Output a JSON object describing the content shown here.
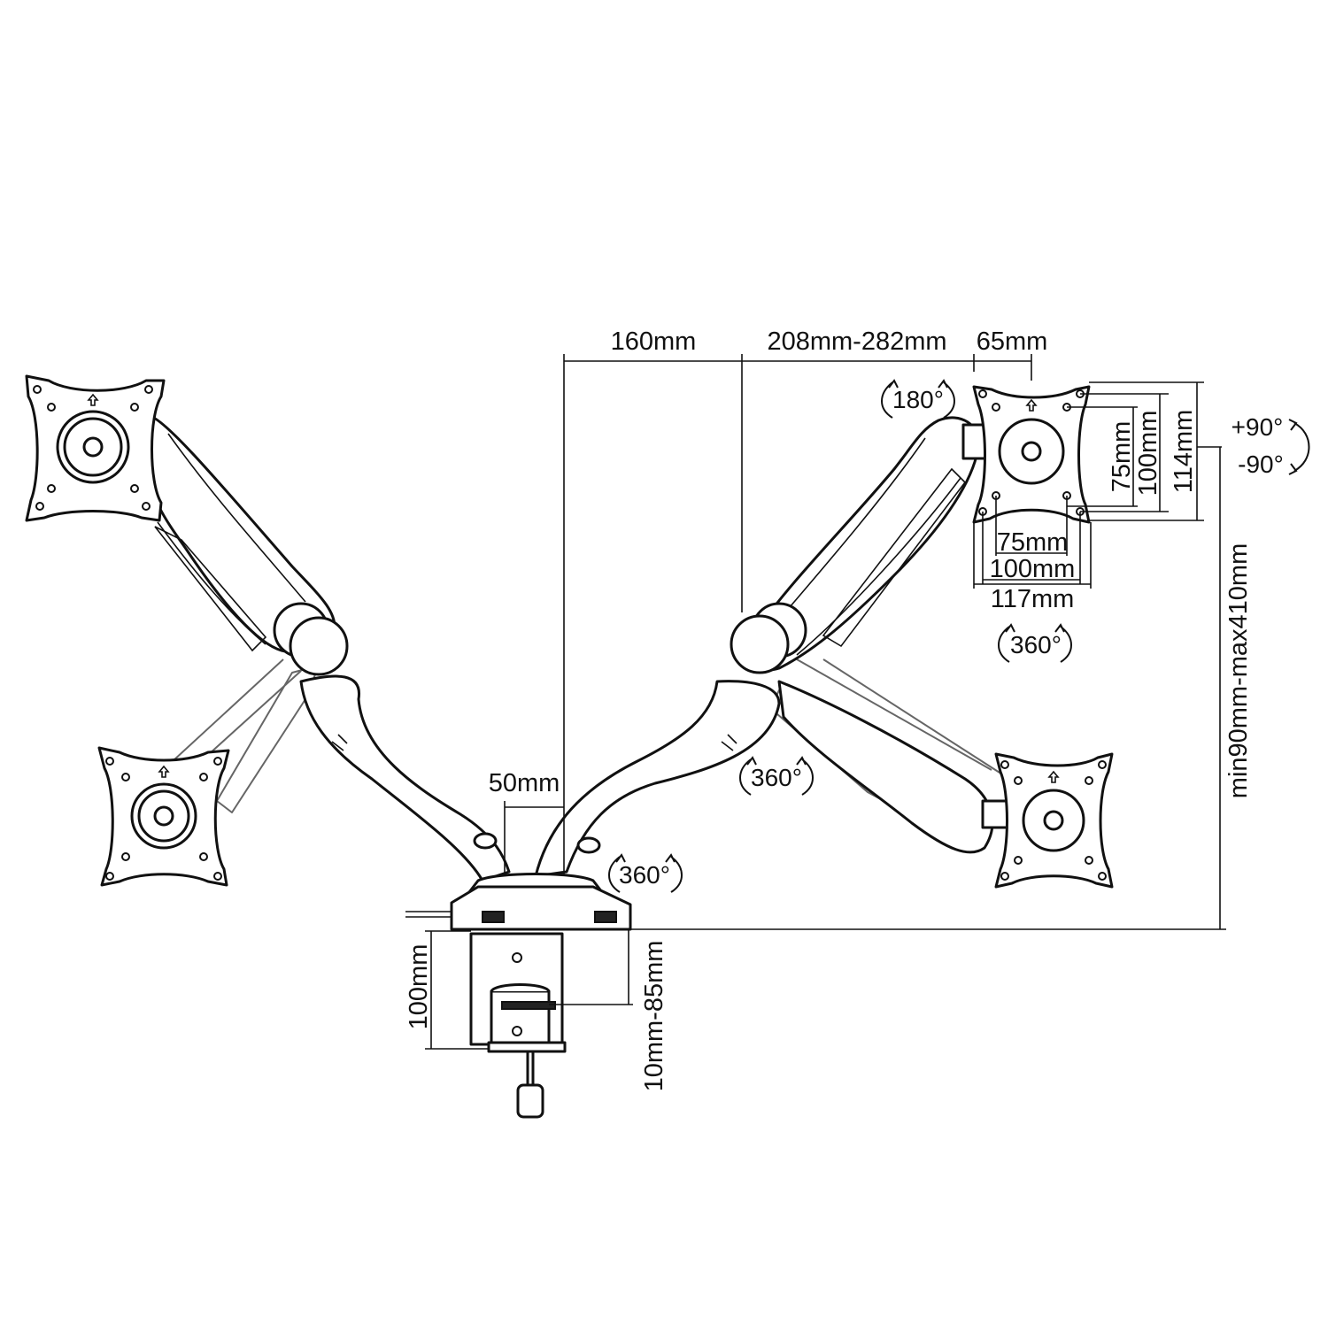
{
  "dimensions": {
    "arm_offset": "160mm",
    "arm_reach": "208mm-282mm",
    "plate_offset": "65mm",
    "pole_width": "50mm",
    "vesa_inner_h": "75mm",
    "vesa_outer_h": "100mm",
    "plate_h": "114mm",
    "vesa_inner_w": "75mm",
    "vesa_outer_w": "100mm",
    "plate_w": "117mm",
    "height_range": "min90mm-max410mm",
    "clamp_depth": "100mm",
    "desk_thickness": "10mm-85mm"
  },
  "rotations": {
    "plate_swivel": "180°",
    "plate_rotate": "360°",
    "elbow_rotate": "360°",
    "base_rotate": "360°",
    "tilt_up": "+90°",
    "tilt_down": "-90°"
  },
  "icons": {
    "rotation_arrow": "rotation-arrow-icon",
    "tilt_arrow": "tilt-arrow-icon"
  }
}
